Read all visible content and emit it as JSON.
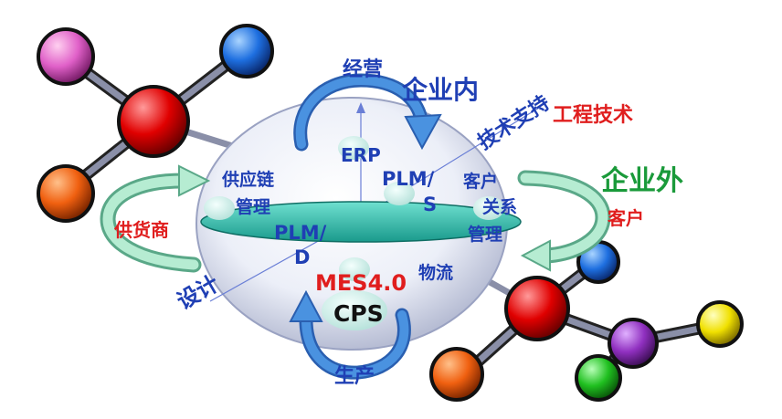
{
  "diagram": {
    "axis_labels": {
      "internal": "企业内",
      "external": "企业外",
      "tech_support": "技术支持",
      "design": "设计",
      "engineering": "工程技术"
    },
    "cycles": {
      "top": "经营",
      "bottom": "生产",
      "left": "供货商",
      "right": "客户"
    },
    "nodes": {
      "erp": "ERP",
      "plm_s": "PLM/S",
      "plm_s_line1": "PLM/",
      "plm_s_line2": "S",
      "plm_d_line1": "PLM/",
      "plm_d_line2": "D",
      "scm_line1": "供应链",
      "scm_line2": "管理",
      "crm_line1": "客户",
      "crm_line2": "关系",
      "crm_line3": "管理",
      "mes": "MES4.0",
      "cps": "CPS",
      "logistics": "物流"
    },
    "colors": {
      "primary_blue": "#1f3fb4",
      "accent_red": "#e01e1e",
      "accent_green": "#1a9a3a",
      "disc_teal": "#2fb8a8",
      "arrow_blue": "#3a7fd0",
      "arrow_green": "#9fe0c0"
    }
  }
}
